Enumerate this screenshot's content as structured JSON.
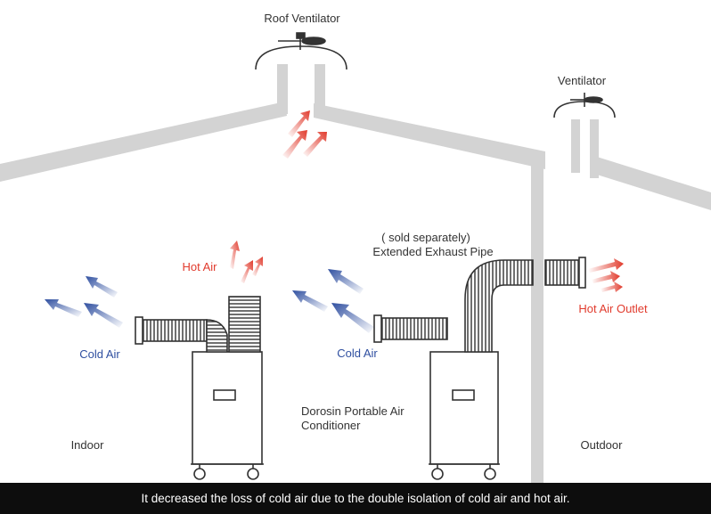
{
  "labels": {
    "roof_ventilator": "Roof Ventilator",
    "ventilator": "Ventilator",
    "hot_air": "Hot Air",
    "cold_air_left": "Cold Air",
    "cold_air_right": "Cold Air",
    "sold_separately": "( sold separately)",
    "extended_exhaust_pipe": "Extended Exhaust Pipe",
    "hot_air_outlet": "Hot Air Outlet",
    "product_line1": "Dorosin Portable Air",
    "product_line2": "Conditioner",
    "indoor": "Indoor",
    "outdoor": "Outdoor"
  },
  "caption": "It decreased the loss of cold air due to the double isolation of cold air and hot air.",
  "colors": {
    "structure": "#d3d3d3",
    "outline": "#333333",
    "cold_air": "#2f4fa0",
    "hot_air": "#e13b2d",
    "caption_bg": "#0d0d0d",
    "caption_text": "#ffffff"
  }
}
